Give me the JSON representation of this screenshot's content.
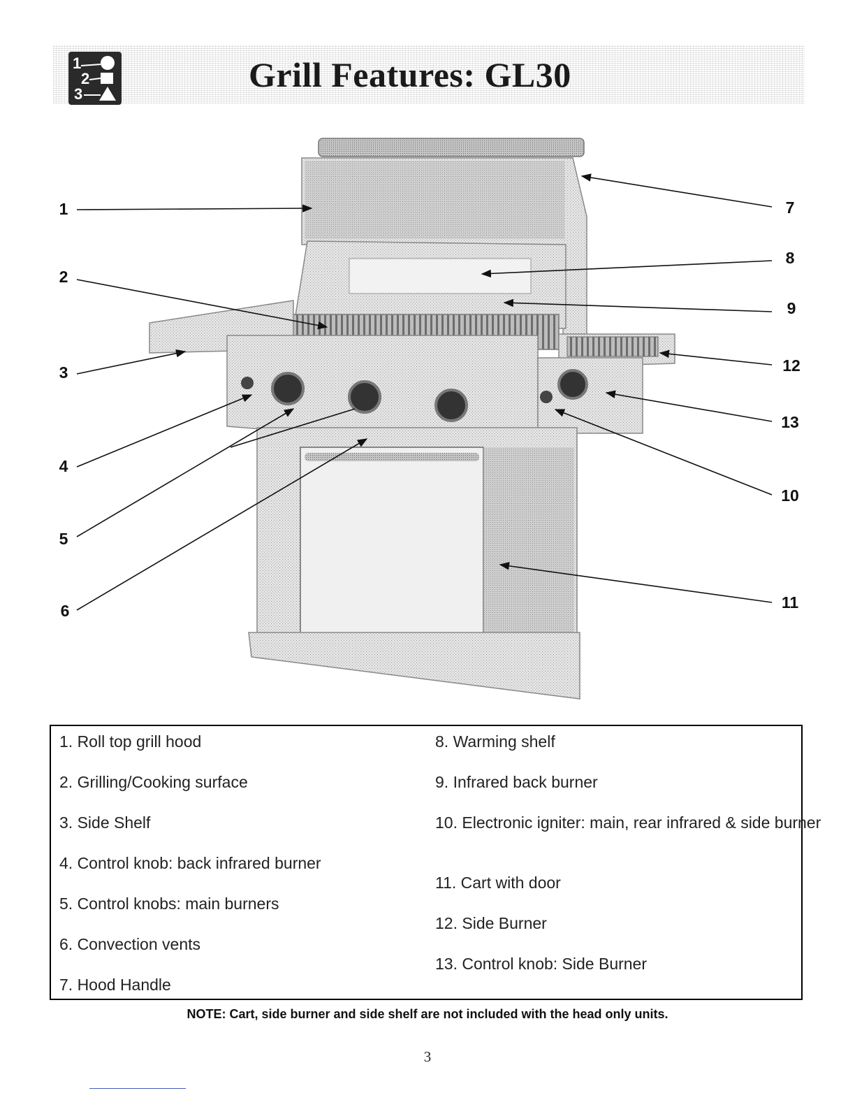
{
  "header": {
    "title": "Grill Features: GL30",
    "icon": "steps-1-2-3-shapes-icon"
  },
  "callouts": [
    "1",
    "2",
    "3",
    "4",
    "5",
    "6",
    "7",
    "8",
    "9",
    "10",
    "11",
    "12",
    "13"
  ],
  "legend": {
    "left": [
      "1. Roll top grill hood",
      "2. Grilling/Cooking surface",
      "3. Side Shelf",
      "4. Control knob: back infrared burner",
      "5. Control knobs: main burners",
      "6. Convection vents",
      "7. Hood Handle"
    ],
    "right": [
      "8. Warming shelf",
      "9. Infrared back burner",
      "10. Electronic igniter: main, rear infrared & side burner",
      "11. Cart with door",
      "12. Side Burner",
      "13. Control knob: Side Burner"
    ]
  },
  "note": "NOTE: Cart, side burner and side shelf are not included with the head only units.",
  "page_number": "3"
}
